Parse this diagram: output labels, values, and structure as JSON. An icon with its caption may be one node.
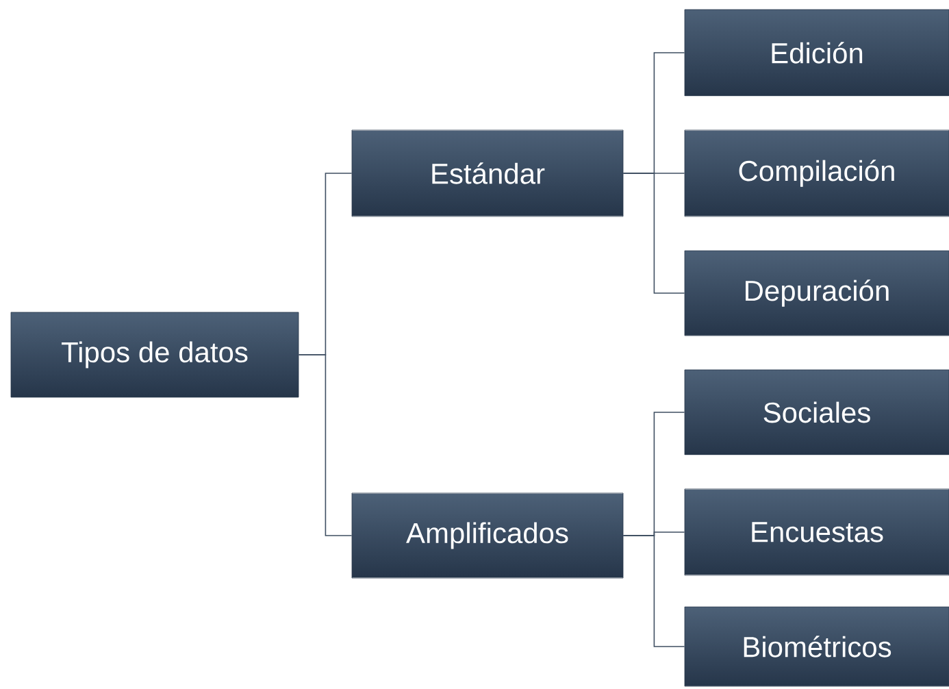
{
  "diagram": {
    "nodes": [
      {
        "text": [
          "Tipos de datos"
        ]
      },
      {
        "text": [
          "Estándar"
        ]
      },
      {
        "text": [
          "Amplificados"
        ]
      },
      {
        "text": [
          "Edición"
        ]
      },
      {
        "text": [
          "Compilación"
        ]
      },
      {
        "text": [
          "Depuración"
        ]
      },
      {
        "text": [
          "Sociales"
        ]
      },
      {
        "text": [
          "Encuestas"
        ]
      },
      {
        "text": [
          "Biométricos"
        ]
      }
    ],
    "edges": [
      {
        "from": 0,
        "to": 1,
        "arrow": "none"
      },
      {
        "from": 0,
        "to": 2,
        "arrow": "none"
      },
      {
        "from": 1,
        "to": 3,
        "arrow": "none"
      },
      {
        "from": 1,
        "to": 4,
        "arrow": "none"
      },
      {
        "from": 1,
        "to": 5,
        "arrow": "none"
      },
      {
        "from": 2,
        "to": 6,
        "arrow": "none"
      },
      {
        "from": 2,
        "to": 7,
        "arrow": "none"
      },
      {
        "from": 2,
        "to": 8,
        "arrow": "none"
      }
    ]
  }
}
